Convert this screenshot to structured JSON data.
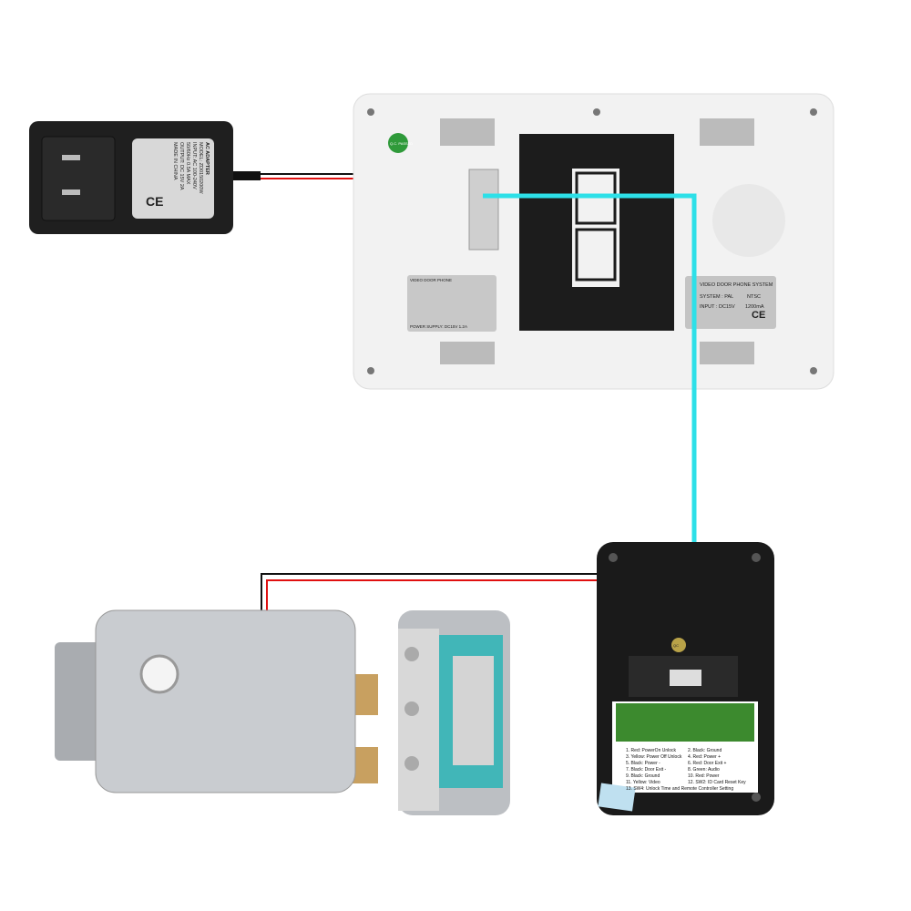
{
  "adapter": {
    "title": "AC ADAPTER",
    "lines": [
      "MODEL: ZD0150200W",
      "INPUT: AC 100-240V",
      "50/60Hz 0.5A MAX",
      "OUTPUT: DC 15V 2A"
    ],
    "made_in": "MADE IN CHINA",
    "ce": "CE"
  },
  "monitor": {
    "qc_badge": "Q.C. PASSED",
    "left_label": {
      "title": "VIDEO DOOR PHONE",
      "footer": "POWER SUPPLY: DC15V 1.2A"
    },
    "right_label": {
      "title": "VIDEO DOOR PHONE SYSTEM",
      "system": "SYSTEM : PAL",
      "ntsc": "NTSC",
      "input": "INPUT : DC15V",
      "current": "1200mA",
      "ce": "CE"
    }
  },
  "outdoor_unit": {
    "qc_badge": "QC",
    "wiring_legend": [
      [
        "1. Red: PowerOn Unlock",
        "2. Black: Ground"
      ],
      [
        "3. Yellow: Power Off Unlock",
        "4. Red: Power +"
      ],
      [
        "5. Black: Power -",
        "6. Red: Door Exit +"
      ],
      [
        "7. Black: Door Exit -",
        "8. Green: Audio"
      ],
      [
        "9. Black: Ground",
        "10. Red: Power"
      ],
      [
        "11. Yellow: Video",
        "12. SW2: ID Card Reset Key"
      ]
    ],
    "wiring_footer": "13. SW4: Unlock Time and Remote Controller Setting"
  },
  "colors": {
    "video_wire": "#2de0e8",
    "power_wire": "#e01010",
    "ground_wire": "#111111"
  }
}
